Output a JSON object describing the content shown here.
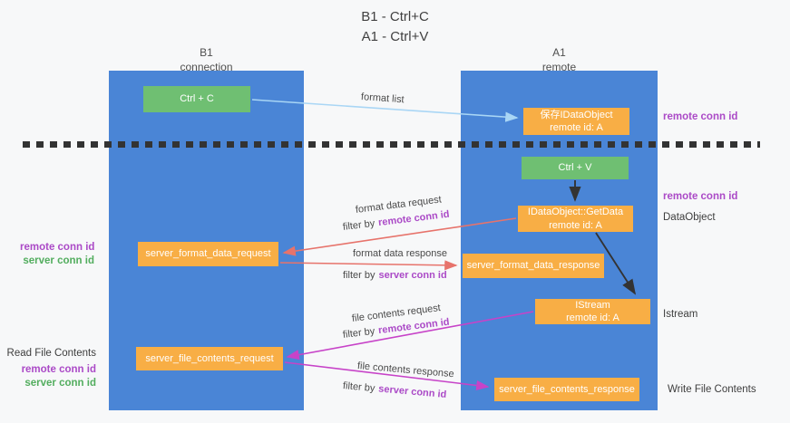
{
  "title": {
    "line1": "B1 - Ctrl+C",
    "line2": "A1 - Ctrl+V"
  },
  "lanes": {
    "left": {
      "name": "B1",
      "subtitle": "connection"
    },
    "right": {
      "name": "A1",
      "subtitle": "remote"
    }
  },
  "nodes": {
    "ctrl_c": {
      "label": "Ctrl + C"
    },
    "ctrl_v": {
      "label": "Ctrl + V"
    },
    "save_idataobject": {
      "line1": "保存IDataObject",
      "line2": "remote id: A"
    },
    "idataobject_getdata": {
      "line1": "IDataObject::GetData",
      "line2": "remote id: A"
    },
    "istream": {
      "line1": "IStream",
      "line2": "remote id: A"
    },
    "server_format_data_request": {
      "label": "server_format_data_request"
    },
    "server_format_data_response": {
      "label": "server_format_data_response"
    },
    "server_file_contents_request": {
      "label": "server_file_contents_request"
    },
    "server_file_contents_response": {
      "label": "server_file_contents_response"
    }
  },
  "edge_labels": {
    "format_list": "format list",
    "format_data_request": "format data request",
    "format_data_response": "format data response",
    "file_contents_request": "file contents request",
    "file_contents_response": "file contents response",
    "filter_by": "filter by",
    "remote_conn_id": "remote conn id",
    "server_conn_id": "server conn id"
  },
  "side_labels": {
    "remote_conn_id": "remote conn id",
    "server_conn_id": "server conn id",
    "dataobject": "DataObject",
    "istream": "Istream",
    "read_file_contents": "Read File Contents",
    "write_file_contents": "Write File Contents"
  },
  "colors": {
    "lane": "#4a85d6",
    "green_box": "#6fbf72",
    "orange_box": "#f8ae45",
    "purple_text": "#ab4ac7",
    "green_text": "#52ad5e",
    "salmon_arrow": "#e7736b",
    "magenta_arrow": "#c743c8",
    "light_blue_arrow": "#a9d6f5",
    "black_arrow": "#333333"
  }
}
